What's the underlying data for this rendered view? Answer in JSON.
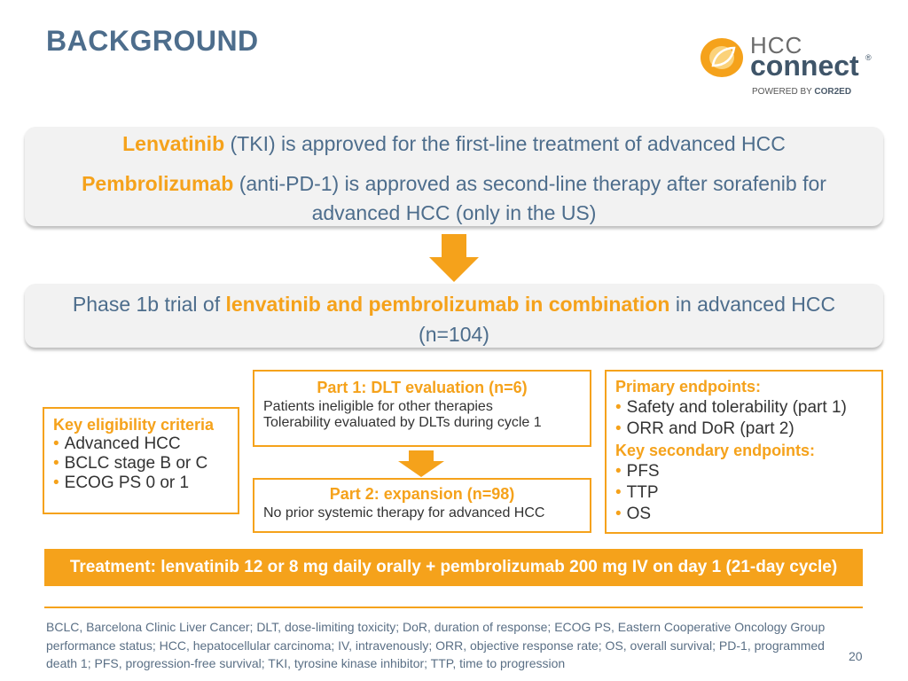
{
  "header": {
    "title": "BACKGROUND",
    "logo": {
      "line1": "HCC",
      "line2": "connect",
      "registered": "®",
      "powered_prefix": "POWERED BY ",
      "powered_brand": "COR2ED"
    }
  },
  "top_box": {
    "line1_bold": "Lenvatinib",
    "line1_rest": " (TKI) is approved for the first-line treatment of advanced HCC",
    "line2_bold": "Pembrolizumab",
    "line2_rest": " (anti-PD-1) is approved as second-line therapy after sorafenib for advanced HCC (only in the US)"
  },
  "trial_box": {
    "prefix": "Phase 1b trial of ",
    "bold": "lenvatinib and pembrolizumab in combination",
    "suffix": " in advanced HCC",
    "line2": "(n=104)"
  },
  "eligibility": {
    "heading": "Key eligibility criteria",
    "items": [
      "Advanced HCC",
      "BCLC stage B or C",
      "ECOG PS 0 or 1"
    ]
  },
  "part1": {
    "title": "Part 1: DLT evaluation (n=6)",
    "lines": [
      "Patients ineligible for other therapies",
      "Tolerability evaluated by DLTs during cycle 1"
    ]
  },
  "part2": {
    "title": "Part 2: expansion (n=98)",
    "lines": [
      "No prior systemic therapy for advanced HCC"
    ]
  },
  "endpoints": {
    "primary_heading": "Primary endpoints:",
    "primary": [
      "Safety and tolerability (part 1)",
      "ORR and DoR (part 2)"
    ],
    "secondary_heading": "Key secondary endpoints:",
    "secondary": [
      "PFS",
      "TTP",
      "OS"
    ]
  },
  "treatment": "Treatment: lenvatinib 12 or 8 mg daily orally + pembrolizumab 200 mg IV on day 1 (21-day cycle)",
  "footnote": "BCLC, Barcelona Clinic Liver Cancer; DLT, dose-limiting toxicity; DoR, duration of response; ECOG PS, Eastern Cooperative Oncology Group performance status; HCC, hepatocellular carcinoma; IV, intravenously; ORR, objective response rate; OS, overall survival; PD-1, programmed death 1; PFS, progression-free survival; TKI, tyrosine kinase inhibitor; TTP, time to progression",
  "page_number": "20",
  "colors": {
    "accent": "#f5a21b",
    "title": "#4d6d8c",
    "box_bg": "#f2f2f2"
  },
  "icons": {
    "logo": "leaf-circle-icon",
    "arrows": "down-arrow-icon"
  }
}
